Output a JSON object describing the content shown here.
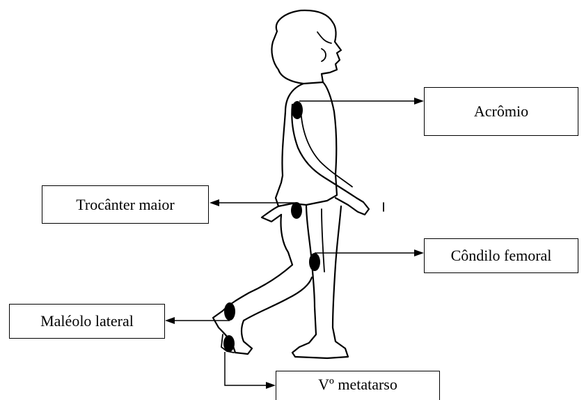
{
  "labels": {
    "acromio": "Acrômio",
    "trocanter": "Trocânter maior",
    "condilo": "Côndilo femoral",
    "maleolo": "Maléolo lateral",
    "metatarso": "Vº metatarso"
  },
  "colors": {
    "line": "#000000",
    "background": "#ffffff",
    "marker": "#000000"
  }
}
